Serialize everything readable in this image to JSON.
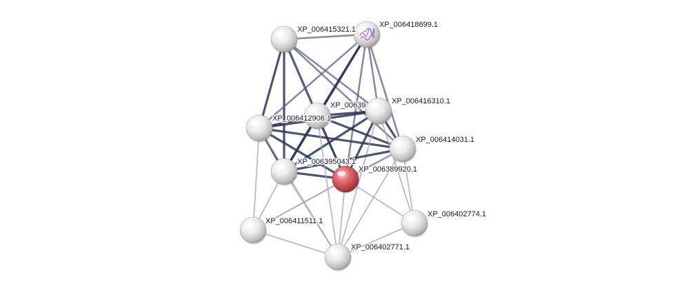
{
  "colors": {
    "background": "#ffffff",
    "node_default": "#e4e4e4",
    "node_query": "#d9535a",
    "edge_strong": "#2b3556",
    "edge_medium": "#5c6484",
    "edge_weak": "#a5a9bf"
  },
  "nodes": [
    {
      "id": "n_415321",
      "label": "XP_006415321.1",
      "query": false,
      "has_structure_icon": false
    },
    {
      "id": "n_418699",
      "label": "XP_006418699.1",
      "query": false,
      "has_structure_icon": true
    },
    {
      "id": "n_39xxx",
      "label": "XP_00639",
      "query": false,
      "has_structure_icon": false
    },
    {
      "id": "n_416310",
      "label": "XP_006416310.1",
      "query": false,
      "has_structure_icon": false
    },
    {
      "id": "n_412906",
      "label": "XP_006412906.1",
      "query": false,
      "has_structure_icon": false
    },
    {
      "id": "n_414031",
      "label": "XP_006414031.1",
      "query": false,
      "has_structure_icon": false
    },
    {
      "id": "n_395043",
      "label": "XP_006395043.1",
      "query": false,
      "has_structure_icon": false
    },
    {
      "id": "n_389920",
      "label": "XP_006389920.1",
      "query": true,
      "has_structure_icon": false
    },
    {
      "id": "n_402774",
      "label": "XP_006402774.1",
      "query": false,
      "has_structure_icon": false
    },
    {
      "id": "n_411511",
      "label": "XP_006411511.1",
      "query": false,
      "has_structure_icon": false
    },
    {
      "id": "n_402771",
      "label": "XP_006402771.1",
      "query": false,
      "has_structure_icon": false
    }
  ],
  "edges": [
    {
      "a": "n_415321",
      "b": "n_418699",
      "strength": "medium"
    },
    {
      "a": "n_415321",
      "b": "n_412906",
      "strength": "strong"
    },
    {
      "a": "n_415321",
      "b": "n_39xxx",
      "strength": "strong"
    },
    {
      "a": "n_415321",
      "b": "n_416310",
      "strength": "medium"
    },
    {
      "a": "n_415321",
      "b": "n_395043",
      "strength": "strong"
    },
    {
      "a": "n_415321",
      "b": "n_389920",
      "strength": "medium"
    },
    {
      "a": "n_415321",
      "b": "n_414031",
      "strength": "medium"
    },
    {
      "a": "n_418699",
      "b": "n_39xxx",
      "strength": "strong"
    },
    {
      "a": "n_418699",
      "b": "n_416310",
      "strength": "medium"
    },
    {
      "a": "n_418699",
      "b": "n_412906",
      "strength": "medium"
    },
    {
      "a": "n_418699",
      "b": "n_395043",
      "strength": "strong"
    },
    {
      "a": "n_418699",
      "b": "n_389920",
      "strength": "medium"
    },
    {
      "a": "n_418699",
      "b": "n_414031",
      "strength": "medium"
    },
    {
      "a": "n_412906",
      "b": "n_39xxx",
      "strength": "strong"
    },
    {
      "a": "n_412906",
      "b": "n_416310",
      "strength": "strong"
    },
    {
      "a": "n_412906",
      "b": "n_395043",
      "strength": "strong"
    },
    {
      "a": "n_412906",
      "b": "n_389920",
      "strength": "strong"
    },
    {
      "a": "n_412906",
      "b": "n_414031",
      "strength": "strong"
    },
    {
      "a": "n_412906",
      "b": "n_411511",
      "strength": "weak"
    },
    {
      "a": "n_39xxx",
      "b": "n_416310",
      "strength": "strong"
    },
    {
      "a": "n_39xxx",
      "b": "n_395043",
      "strength": "strong"
    },
    {
      "a": "n_39xxx",
      "b": "n_389920",
      "strength": "strong"
    },
    {
      "a": "n_39xxx",
      "b": "n_414031",
      "strength": "strong"
    },
    {
      "a": "n_416310",
      "b": "n_395043",
      "strength": "strong"
    },
    {
      "a": "n_416310",
      "b": "n_389920",
      "strength": "strong"
    },
    {
      "a": "n_416310",
      "b": "n_414031",
      "strength": "strong"
    },
    {
      "a": "n_416310",
      "b": "n_402771",
      "strength": "weak"
    },
    {
      "a": "n_416310",
      "b": "n_402774",
      "strength": "weak"
    },
    {
      "a": "n_395043",
      "b": "n_389920",
      "strength": "strong"
    },
    {
      "a": "n_395043",
      "b": "n_414031",
      "strength": "strong"
    },
    {
      "a": "n_395043",
      "b": "n_411511",
      "strength": "weak"
    },
    {
      "a": "n_395043",
      "b": "n_402771",
      "strength": "weak"
    },
    {
      "a": "n_389920",
      "b": "n_414031",
      "strength": "medium"
    },
    {
      "a": "n_389920",
      "b": "n_402774",
      "strength": "weak"
    },
    {
      "a": "n_389920",
      "b": "n_402771",
      "strength": "weak"
    },
    {
      "a": "n_389920",
      "b": "n_411511",
      "strength": "weak"
    },
    {
      "a": "n_414031",
      "b": "n_402774",
      "strength": "weak"
    },
    {
      "a": "n_414031",
      "b": "n_402771",
      "strength": "weak"
    },
    {
      "a": "n_414031",
      "b": "n_411511",
      "strength": "weak"
    },
    {
      "a": "n_402774",
      "b": "n_402771",
      "strength": "weak"
    },
    {
      "a": "n_411511",
      "b": "n_402771",
      "strength": "weak"
    },
    {
      "a": "n_412906",
      "b": "n_402771",
      "strength": "weak"
    },
    {
      "a": "n_39xxx",
      "b": "n_402771",
      "strength": "weak"
    }
  ]
}
